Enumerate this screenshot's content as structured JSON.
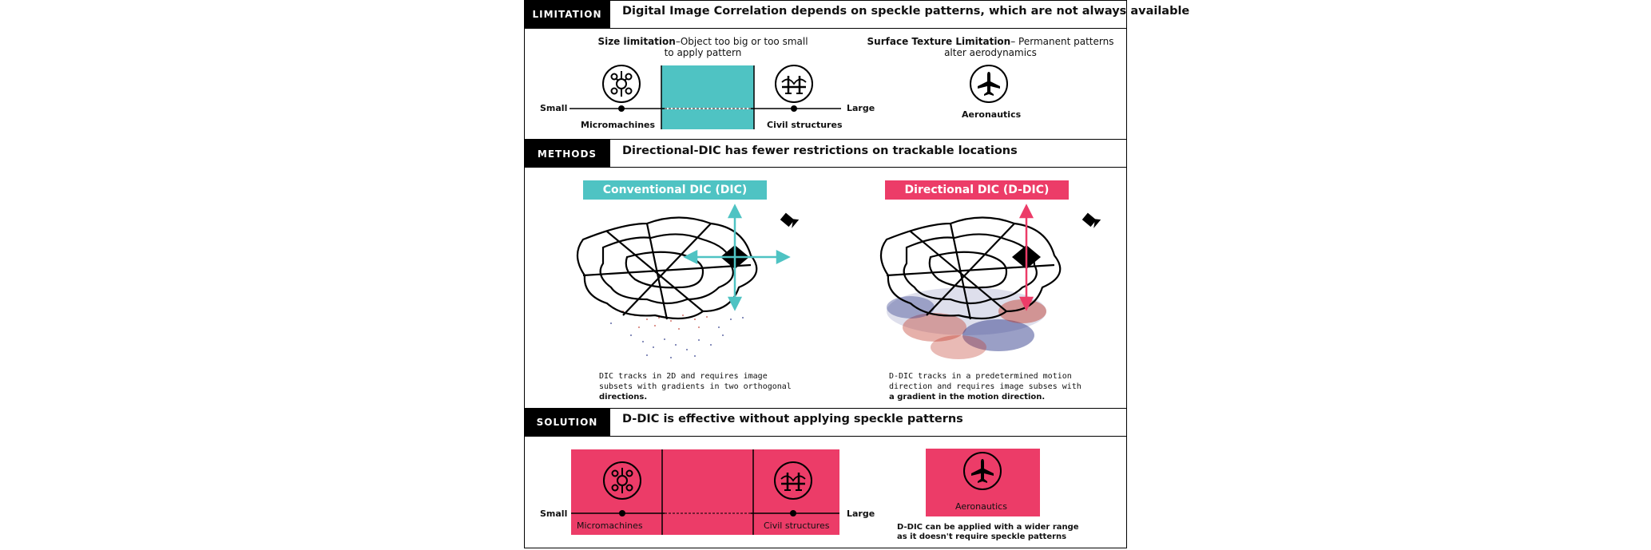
{
  "colors": {
    "teal": "#4fc3c3",
    "pink": "#ec3c68",
    "black": "#000000"
  },
  "limitation": {
    "tag": "LIMITATION",
    "headline_a": "Digital Image Correlation depends on ",
    "headline_b": "speckle patterns",
    "headline_c": ", which are not always available",
    "size_title": "Size limitation",
    "size_desc_a": "–Object too big or too small",
    "size_desc_b": "to apply pattern",
    "surface_title": "Surface Texture Limitation",
    "surface_desc_a": "– Permanent patterns",
    "surface_desc_b": "alter aerodynamics",
    "small": "Small",
    "large": "Large",
    "micro": "Micromachines",
    "civil": "Civil structures",
    "aero": "Aeronautics",
    "icons": [
      "micromachine-icon",
      "bridge-icon",
      "airplane-icon"
    ]
  },
  "methods": {
    "tag": "METHODS",
    "headline": "Directional-DIC has fewer restrictions on trackable locations",
    "conventional_label": "Conventional DIC (DIC)",
    "directional_label": "Directional DIC (D-DIC)",
    "conventional_note_1": "DIC tracks in 2D and requires image",
    "conventional_note_2": "subsets with gradients in two orthogonal",
    "conventional_note_3": "directions.",
    "directional_note_1": "D-DIC tracks in a predetermined motion",
    "directional_note_2": "direction and requires image subses with",
    "directional_note_3": "a gradient in the motion direction.",
    "icons": [
      "camera-icon",
      "spiderweb-icon"
    ]
  },
  "solution": {
    "tag": "SOLUTION",
    "headline": "D-DIC is effective without applying speckle patterns",
    "small": "Small",
    "large": "Large",
    "micro": "Micromachines",
    "civil": "Civil structures",
    "aero": "Aeronautics",
    "note_1": "D-DIC can be applied with a wider range",
    "note_2": "as it doesn't require speckle patterns"
  }
}
